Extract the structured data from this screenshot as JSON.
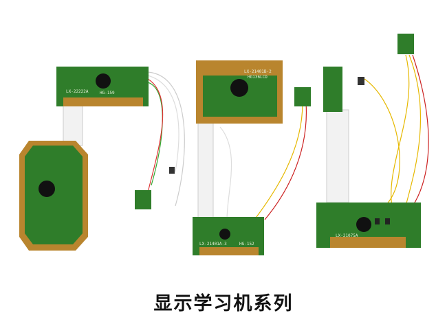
{
  "caption": "显示学习机系列",
  "boards": [
    {
      "label": "LX-22222A",
      "sublabel": "HG-159"
    },
    {
      "label": "LX-21401B-2",
      "sublabel": "HG136LCD"
    },
    {
      "label": "LX-21401A-3",
      "sublabel": "HG-152"
    },
    {
      "label": "LX-21075A",
      "sublabel": ""
    }
  ],
  "colors": {
    "pcb_green": "#2f7d2a",
    "gold": "#b9852e",
    "background": "#ffffff"
  }
}
